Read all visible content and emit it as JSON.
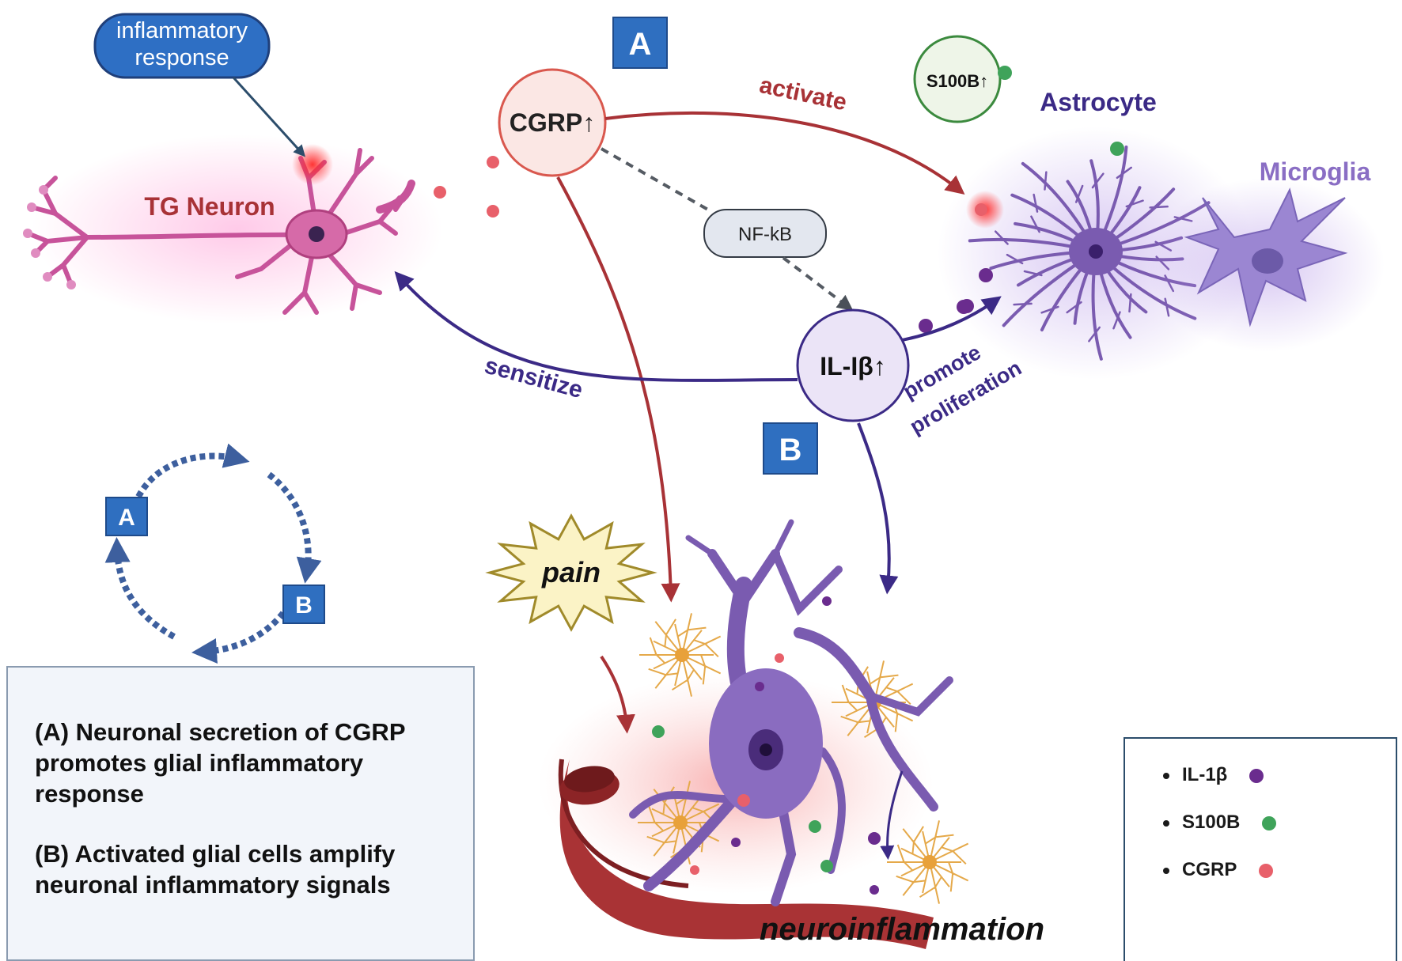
{
  "labels": {
    "inflammatory_response_line1": "inflammatory",
    "inflammatory_response_line2": "response",
    "tg_neuron": "TG Neuron",
    "cgrp": "CGRP↑",
    "activate": "activate",
    "s100b": "S100B↑",
    "astrocyte": "Astrocyte",
    "microglia": "Microglia",
    "nfkb": "NF-kB",
    "il1b": "IL-Iβ↑",
    "sensitize": "sensitize",
    "promote": "promote",
    "proliferation": "proliferation",
    "pain": "pain",
    "neuroinflammation": "neuroinflammation",
    "box_a": "A",
    "box_b": "B",
    "cycle_a": "A",
    "cycle_b": "B"
  },
  "summary": {
    "a_line1": "(A) Neuronal secretion of CGRP",
    "a_line2": "promotes glial inflammatory",
    "a_line3": "response",
    "b_line1": "(B) Activated glial cells amplify",
    "b_line2": "neuronal inflammatory signals"
  },
  "legend": {
    "items": [
      {
        "label": "IL-1β",
        "color": "#6a2c8e"
      },
      {
        "label": "S100B",
        "color": "#3fa35a"
      },
      {
        "label": "CGRP",
        "color": "#e8606a"
      }
    ]
  },
  "colors": {
    "cgrp_red": "#a83236",
    "il1b_purple": "#3b2a86",
    "box_blue": "#2f6fc0",
    "neuron_pink": "#d66aa8",
    "astro_purple": "#7a5bb0",
    "s100b_green": "#3b8a3e"
  }
}
